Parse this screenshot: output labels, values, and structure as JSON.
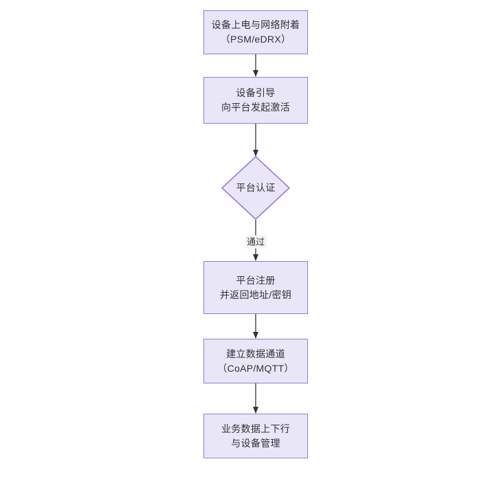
{
  "diagram": {
    "type": "flowchart",
    "orientation": "top-to-bottom",
    "title": "",
    "theme": {
      "node_fill": "#e9e6f8",
      "node_border": "#9a77d1",
      "node_text": "#333333",
      "edge_stroke": "#333333",
      "edge_label_bg": "#f4f4f4",
      "canvas_bg": "#ffffff"
    },
    "nodes": [
      {
        "id": "n1",
        "shape": "rect",
        "lines": [
          "设备上电与网络附着",
          "（PSM/eDRX）"
        ]
      },
      {
        "id": "n2",
        "shape": "rect",
        "lines": [
          "设备引导",
          "向平台发起激活"
        ]
      },
      {
        "id": "n3",
        "shape": "diamond",
        "lines": [
          "平台认证"
        ]
      },
      {
        "id": "n4",
        "shape": "rect",
        "lines": [
          "平台注册",
          "并返回地址/密钥"
        ]
      },
      {
        "id": "n5",
        "shape": "rect",
        "lines": [
          "建立数据通道",
          "（CoAP/MQTT）"
        ]
      },
      {
        "id": "n6",
        "shape": "rect",
        "lines": [
          "业务数据上下行",
          "与设备管理"
        ]
      }
    ],
    "edges": [
      {
        "from": "n1",
        "to": "n2",
        "label": ""
      },
      {
        "from": "n2",
        "to": "n3",
        "label": ""
      },
      {
        "from": "n3",
        "to": "n4",
        "label": "通过"
      },
      {
        "from": "n4",
        "to": "n5",
        "label": ""
      },
      {
        "from": "n5",
        "to": "n6",
        "label": ""
      }
    ]
  }
}
